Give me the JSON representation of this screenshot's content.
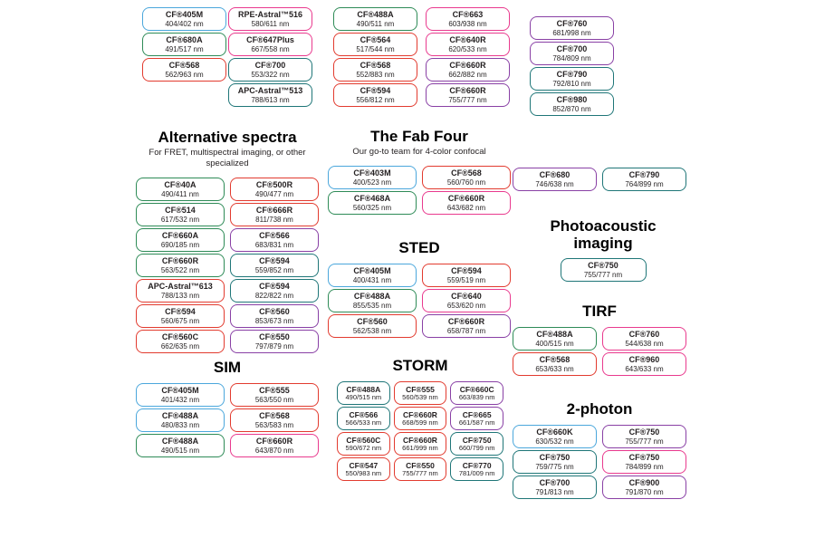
{
  "colors": {
    "blue": "#4BA7DC",
    "green": "#2E8B57",
    "teal": "#1F7678",
    "red": "#E23B2F",
    "pink": "#E93A8E",
    "purple": "#8940A5"
  },
  "sections": {
    "top1": {
      "boxes": [
        {
          "label": "CF®405M",
          "value": "404/402 nm",
          "color": "blue"
        },
        {
          "label": "CF®680A",
          "value": "491/517 nm",
          "color": "green"
        },
        {
          "label": "CF®568",
          "value": "562/963 nm",
          "color": "red"
        }
      ]
    },
    "top2": {
      "boxes": [
        {
          "label": "RPE-Astral™516",
          "value": "580/611 nm",
          "color": "pink"
        },
        {
          "label": "CF®647Plus",
          "value": "667/558 nm",
          "color": "pink"
        },
        {
          "label": "CF®700",
          "value": "553/322 nm",
          "color": "teal"
        },
        {
          "label": "APC-Astral™513",
          "value": "788/613 nm",
          "color": "teal"
        }
      ]
    },
    "top3": {
      "boxes": [
        {
          "label": "CF®488A",
          "value": "490/511 nm",
          "color": "green"
        },
        {
          "label": "CF®564",
          "value": "517/544 nm",
          "color": "red"
        },
        {
          "label": "CF®568",
          "value": "552/883 nm",
          "color": "red"
        },
        {
          "label": "CF®594",
          "value": "556/812 nm",
          "color": "red"
        }
      ]
    },
    "top4": {
      "boxes": [
        {
          "label": "CF®663",
          "value": "603/938 nm",
          "color": "pink"
        },
        {
          "label": "CF®640R",
          "value": "620/533 nm",
          "color": "pink"
        },
        {
          "label": "CF®660R",
          "value": "662/882 nm",
          "color": "purple"
        },
        {
          "label": "CF®660R",
          "value": "755/777 nm",
          "color": "purple"
        }
      ]
    },
    "top5": {
      "boxes": [
        {
          "label": "CF®760",
          "value": "681/998 nm",
          "color": "purple"
        },
        {
          "label": "CF®700",
          "value": "784/809 nm",
          "color": "purple"
        },
        {
          "label": "CF®790",
          "value": "792/810 nm",
          "color": "teal"
        },
        {
          "label": "CF®980",
          "value": "852/870 nm",
          "color": "teal"
        }
      ]
    },
    "alt": {
      "heading": "Alternative spectra",
      "subtitle": "For FRET, multispectral imaging, or other specialized",
      "boxes": [
        {
          "label": "CF®40A",
          "value": "490/411 nm",
          "color": "green"
        },
        {
          "label": "CF®500R",
          "value": "490/477 nm",
          "color": "red"
        },
        {
          "label": "CF®514",
          "value": "617/532 nm",
          "color": "green"
        },
        {
          "label": "CF®666R",
          "value": "811/738 nm",
          "color": "red"
        },
        {
          "label": "CF®660A",
          "value": "690/185 nm",
          "color": "green"
        },
        {
          "label": "CF®566",
          "value": "683/831 nm",
          "color": "purple"
        },
        {
          "label": "CF®660R",
          "value": "563/522 nm",
          "color": "green"
        },
        {
          "label": "CF®594",
          "value": "559/852 nm",
          "color": "teal"
        },
        {
          "label": "APC-Astral™613",
          "value": "788/133 nm",
          "color": "red"
        },
        {
          "label": "CF®594",
          "value": "822/822 nm",
          "color": "teal"
        },
        {
          "label": "CF®594",
          "value": "560/675 nm",
          "color": "red"
        },
        {
          "label": "CF®560",
          "value": "853/673 nm",
          "color": "purple"
        },
        {
          "label": "CF®560C",
          "value": "662/635 nm",
          "color": "red"
        },
        {
          "label": "CF®550",
          "value": "797/879 nm",
          "color": "purple"
        }
      ]
    },
    "fab": {
      "heading": "The Fab Four",
      "subtitle": "Our go-to team for 4-color confocal",
      "boxes": [
        {
          "label": "CF®403M",
          "value": "400/523 nm",
          "color": "blue"
        },
        {
          "label": "CF®568",
          "value": "560/760 nm",
          "color": "red"
        },
        {
          "label": "CF®468A",
          "value": "560/325 nm",
          "color": "green"
        },
        {
          "label": "CF®660R",
          "value": "643/682 nm",
          "color": "pink"
        }
      ]
    },
    "sted": {
      "heading": "STED",
      "boxes": [
        {
          "label": "CF®405M",
          "value": "400/431 nm",
          "color": "blue"
        },
        {
          "label": "CF®594",
          "value": "559/519 nm",
          "color": "red"
        },
        {
          "label": "CF®488A",
          "value": "855/535 nm",
          "color": "green"
        },
        {
          "label": "CF®640",
          "value": "653/620 nm",
          "color": "pink"
        },
        {
          "label": "CF®560",
          "value": "562/538 nm",
          "color": "red"
        },
        {
          "label": "CF®660R",
          "value": "658/787 nm",
          "color": "purple"
        }
      ]
    },
    "sim": {
      "heading": "SIM",
      "boxes": [
        {
          "label": "CF®405M",
          "value": "401/432 nm",
          "color": "blue"
        },
        {
          "label": "CF®555",
          "value": "563/550 nm",
          "color": "red"
        },
        {
          "label": "CF®488A",
          "value": "480/833 nm",
          "color": "blue"
        },
        {
          "label": "CF®568",
          "value": "563/583 nm",
          "color": "red"
        },
        {
          "label": "CF®488A",
          "value": "490/515 nm",
          "color": "green"
        },
        {
          "label": "CF®660R",
          "value": "643/870 nm",
          "color": "pink"
        }
      ]
    },
    "storm": {
      "heading": "STORM",
      "boxes": [
        {
          "label": "CF®488A",
          "value": "490/515 nm",
          "color": "teal"
        },
        {
          "label": "CF®555",
          "value": "560/539 nm",
          "color": "red"
        },
        {
          "label": "CF®660C",
          "value": "663/839 nm",
          "color": "purple"
        },
        {
          "label": "CF®566",
          "value": "566/533 nm",
          "color": "teal"
        },
        {
          "label": "CF®660R",
          "value": "668/599 nm",
          "color": "red"
        },
        {
          "label": "CF®665",
          "value": "661/587 nm",
          "color": "purple"
        },
        {
          "label": "CF®560C",
          "value": "590/672 nm",
          "color": "red"
        },
        {
          "label": "CF®660R",
          "value": "661/999 nm",
          "color": "red"
        },
        {
          "label": "CF®750",
          "value": "660/799 nm",
          "color": "teal"
        },
        {
          "label": "CF®547",
          "value": "550/983 nm",
          "color": "red"
        },
        {
          "label": "CF®550",
          "value": "755/777 nm",
          "color": "red"
        },
        {
          "label": "CF®770",
          "value": "781/009 nm",
          "color": "teal"
        }
      ]
    },
    "pair": {
      "boxes": [
        {
          "label": "CF®680",
          "value": "746/638 nm",
          "color": "purple"
        },
        {
          "label": "CF®790",
          "value": "764/899 nm",
          "color": "teal"
        }
      ]
    },
    "photo": {
      "heading": "Photoacoustic imaging",
      "boxes": [
        {
          "label": "CF®750",
          "value": "755/777 nm",
          "color": "teal"
        }
      ]
    },
    "tirf": {
      "heading": "TIRF",
      "boxes": [
        {
          "label": "CF®488A",
          "value": "400/515 nm",
          "color": "green"
        },
        {
          "label": "CF®760",
          "value": "544/638 nm",
          "color": "pink"
        },
        {
          "label": "CF®568",
          "value": "653/633 nm",
          "color": "red"
        },
        {
          "label": "CF®960",
          "value": "643/633 nm",
          "color": "pink"
        }
      ]
    },
    "two": {
      "heading": "2-photon",
      "boxes": [
        {
          "label": "CF®660K",
          "value": "630/532 nm",
          "color": "blue"
        },
        {
          "label": "CF®750",
          "value": "755/777 nm",
          "color": "purple"
        },
        {
          "label": "CF®750",
          "value": "759/775 nm",
          "color": "teal"
        },
        {
          "label": "CF®750",
          "value": "784/899 nm",
          "color": "pink"
        },
        {
          "label": "CF®700",
          "value": "791/813 nm",
          "color": "teal"
        },
        {
          "label": "CF®900",
          "value": "791/870 nm",
          "color": "purple"
        }
      ]
    }
  }
}
